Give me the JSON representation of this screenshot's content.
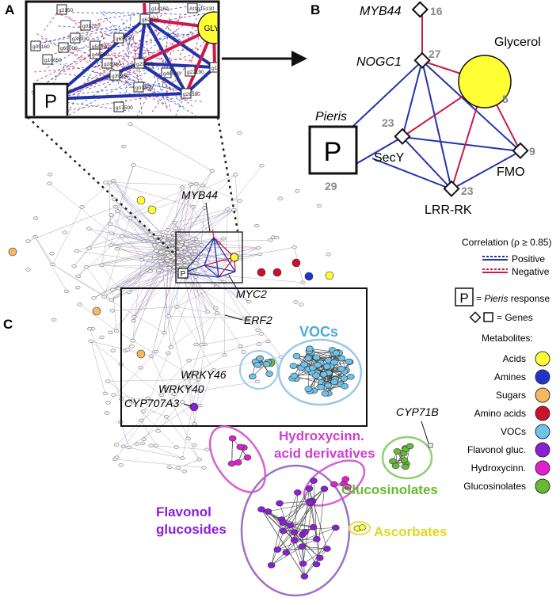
{
  "panels": {
    "a": "A",
    "b": "B",
    "c": "C"
  },
  "zoom_box": {
    "pieris_symbol": "P",
    "glyl_label": "GLYL",
    "gene_labels": [
      "At1g15130",
      "g2150",
      "g14260",
      "g62570",
      "g38930",
      "g01720",
      "g59570",
      "g65570",
      "g29400",
      "g28980",
      "g46520",
      "g46580",
      "g39960",
      "g22190",
      "g29580",
      "g12200",
      "g10650",
      "g05160",
      "g60000",
      "g01450",
      "g17500"
    ]
  },
  "panel_b": {
    "nodes": [
      {
        "id": "myb44",
        "label": "MYB44",
        "italic": true,
        "degree": "16"
      },
      {
        "id": "nogc1",
        "label": "NOGC1",
        "italic": true,
        "degree": "27"
      },
      {
        "id": "glycerol",
        "label": "Glycerol",
        "italic": false,
        "degree": "5"
      },
      {
        "id": "pieris",
        "label": "Pieris",
        "italic": true,
        "degree": "29",
        "symbol": "P"
      },
      {
        "id": "secy",
        "label": "SecY",
        "italic": false,
        "degree": "23"
      },
      {
        "id": "fmo",
        "label": "FMO",
        "italic": false,
        "degree": "9"
      },
      {
        "id": "lrr",
        "label": "LRR-RK",
        "italic": false,
        "degree": "23"
      }
    ]
  },
  "panel_c": {
    "gene_labels": [
      "MYB44",
      "MYC2",
      "ERF2",
      "WRKY46",
      "WRKY40",
      "CYP707A3",
      "CYP71B"
    ],
    "cluster_labels": {
      "vocs": "VOCs",
      "hydroxy_line1": "Hydroxycinn.",
      "hydroxy_line2": "acid derivatives",
      "glucosinolates": "Glucosinolates",
      "flavonol_line1": "Flavonol",
      "flavonol_line2": "glucosides",
      "ascorbates": "Ascorbates"
    }
  },
  "legend": {
    "correlation_title": "Correlation (ρ ≥ 0.85)",
    "positive": "Positive",
    "negative": "Negative",
    "pieris_symbol": "P",
    "pieris_text_prefix": "= ",
    "pieris_text_italic": "Pieris",
    "pieris_text_suffix": " response",
    "genes_text": "= Genes",
    "metabolites_title": "Metabolites:",
    "metabolites": [
      {
        "label": "Acids",
        "color": "#ffff33"
      },
      {
        "label": "Amines",
        "color": "#2233cc"
      },
      {
        "label": "Sugars",
        "color": "#f4b860"
      },
      {
        "label": "Amino acids",
        "color": "#d0102a"
      },
      {
        "label": "VOCs",
        "color": "#6ec3ea"
      },
      {
        "label": "Flavonol gluc.",
        "color": "#8a1fd6"
      },
      {
        "label": "Hydroxycinn.",
        "color": "#e020d0"
      },
      {
        "label": "Glucosinolates",
        "color": "#66bb33"
      }
    ]
  },
  "colors": {
    "positive_edge": "#2233aa",
    "negative_edge": "#cc1a4a",
    "voc_ring": "#9cc8ec",
    "voc_text": "#4aa8e0",
    "hydroxy_ring": "#d860d8",
    "hydroxy_text": "#d040d0",
    "gluc_ring": "#90d070",
    "gluc_text": "#66bb33",
    "flav_ring": "#a070c8",
    "flav_text": "#8a1fd6",
    "asc_ring": "#e8e040",
    "asc_text": "#e0d820"
  }
}
